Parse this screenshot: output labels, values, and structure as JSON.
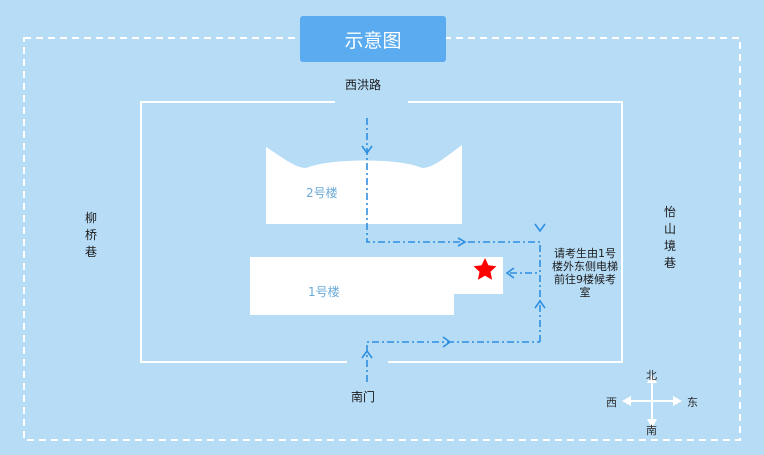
{
  "title": "示意图",
  "roads": {
    "north": "西洪路",
    "west": "柳桥巷",
    "east": "怡山境巷",
    "south_gate": "南门"
  },
  "buildings": {
    "building2": "2号楼",
    "building1": "1号楼"
  },
  "note": "请考生由1号楼外东侧电梯前往9楼候考室",
  "compass": {
    "north": "北",
    "south": "南",
    "east": "东",
    "west": "西"
  },
  "colors": {
    "background": "#b7dcf6",
    "title_box": "#5aabef",
    "path": "#2e8fe0",
    "marker": "#ff0000",
    "building": "#ffffff"
  }
}
